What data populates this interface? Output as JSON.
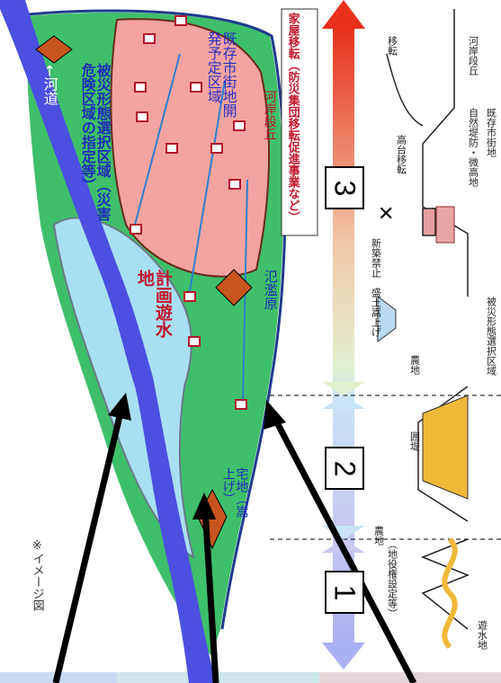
{
  "note": "※イメージ図",
  "river_label": "←河道",
  "zones": {
    "disaster_area": "被災形態選択区域（災害危険区域の指定等）",
    "existing_settlement": "既存市街地開発予定区域",
    "retarding_basin": "計画遊水地",
    "residential_raised": "宅地（嵩上げ）",
    "floodplain": "氾濫原",
    "river_terrace": "河岸段丘"
  },
  "relocation": "家屋移転（防災集団移転促進事業など）",
  "steps": [
    "1",
    "2",
    "3"
  ],
  "right_panel": {
    "upper_terrace": "河岸段丘",
    "relocate": "移転",
    "dwelling": "高台移転",
    "levee": "自然堤防・微高地",
    "new_town": "既存市街地",
    "ban": "新築禁止",
    "raise": "盛土嵩上げ",
    "farmland": "農地",
    "dike": "囲堤",
    "basin_label": "遊水地",
    "farm2": "農地",
    "note_bottom": "（地役権設定等）",
    "zone_select": "被災形態選択区域"
  },
  "colors": {
    "river": "#4b50e0",
    "green": "#3fbf6a",
    "pink": "#f4a4a0",
    "basin": "#a9dff2",
    "roof": "#c8541e"
  }
}
